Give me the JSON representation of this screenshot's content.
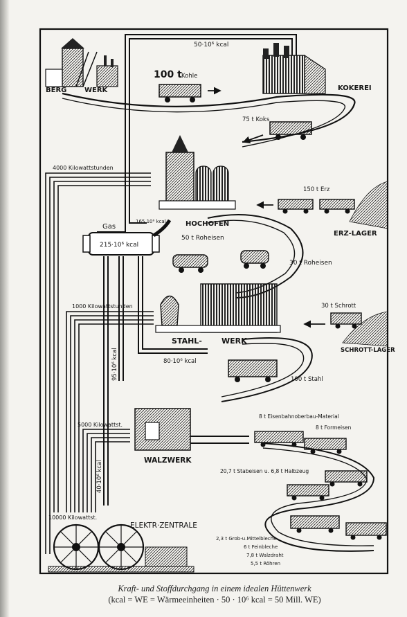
{
  "stations": {
    "bergwerk_left": "BERG",
    "bergwerk_right": "WERK",
    "kokerei": "KOKEREI",
    "hochofen": "HOCHOFEN",
    "erz_lager": "ERZ-LAGER",
    "stahl_left": "STAHL-",
    "stahl_right": "WERK",
    "schrott_lager": "SCHROTT-LAGER",
    "walzwerk": "WALZWERK",
    "elektr_zentrale": "ELEKTR·ZENTRALE",
    "gas": "Gas"
  },
  "flows": {
    "gas_top": "50·10⁶ kcal",
    "kohle_amount": "100 t",
    "kohle_word": "Kohle",
    "koks": "75 t Koks",
    "erz": "150 t Erz",
    "gas_hochofen": "165 10⁶ kcal",
    "gas_main": "215·10⁶ kcal",
    "roheisen_1": "50 t Roheisen",
    "roheisen_2": "30 t Roheisen",
    "schrott": "30 t Schrott",
    "gas_stahlwerk": "80·10⁶ kcal",
    "stahl": "100 t Stahl",
    "gas_down1": "95·10⁶ kcal",
    "gas_down2": "40·10⁶ kcal",
    "kwh_1": "4000 Kilowattstunden",
    "kwh_2": "1000 Kilowattstunden",
    "kwh_3": "5000 Kilowattst.",
    "kwh_4": "10000 Kilowattst."
  },
  "products": {
    "p1": "8 t Eisenbahnoberbau-Material",
    "p2": "8 t Formeisen",
    "p3": "20,7 t Stabeisen u. 6,8 t Halbzeug",
    "p4": "2,3 t Grob-u.Mittelbleche",
    "p5": "6 t Feinbleche",
    "p6": "7,8 t Walzdraht",
    "p7": "5,5 t Röhren"
  },
  "caption": {
    "line1": "Kraft- und Stoffdurchgang in einem idealen Hüttenwerk",
    "line2": "(kcal = WE = Wärmeeinheiten · 50 · 10⁶ kcal = 50 Mill. WE)"
  }
}
